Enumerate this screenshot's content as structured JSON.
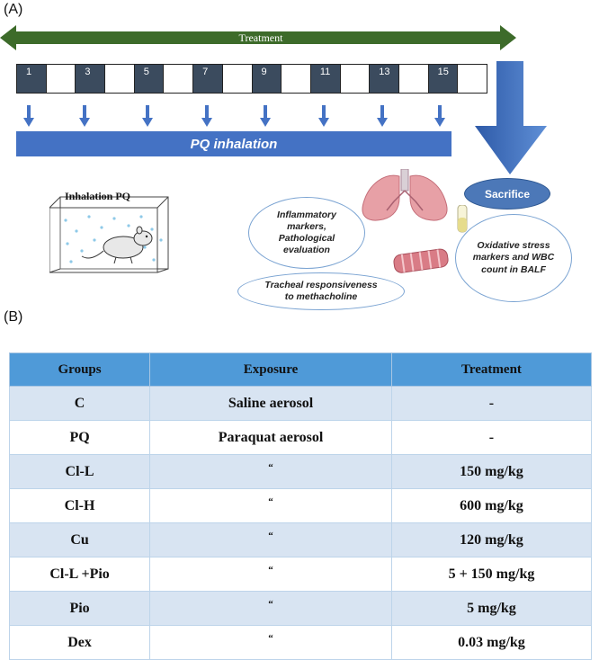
{
  "panel_a": {
    "label": "(A)",
    "timeline": {
      "arrow_label": "Treatment",
      "day_labels": [
        "1",
        "3",
        "5",
        "7",
        "9",
        "11",
        "13",
        "15"
      ],
      "inhalation_bar_label": "PQ inhalation",
      "end_label": "Sacrifice"
    },
    "chamber_label": "Inhalation PQ",
    "outcomes": {
      "inflammatory": "Inflammatory markers, Pathological evaluation",
      "tracheal": "Tracheal responsiveness to methacholine",
      "oxidative": "Oxidative stress markers and WBC count in BALF"
    },
    "colors": {
      "arrow_green": "#3d6b2a",
      "cell_dark": "#3b4b5e",
      "bar_blue": "#4472c4",
      "header_blue": "#4f9ad8",
      "row_blue": "#d8e4f2"
    }
  },
  "panel_b": {
    "label": "(B)",
    "headers": [
      "Groups",
      "Exposure",
      "Treatment"
    ],
    "rows": [
      {
        "group": "C",
        "exposure": "Saline aerosol",
        "treatment": "-"
      },
      {
        "group": "PQ",
        "exposure": "Paraquat aerosol",
        "treatment": "-"
      },
      {
        "group": "Cl-L",
        "exposure": "“",
        "treatment": "150 mg/kg"
      },
      {
        "group": "Cl-H",
        "exposure": "“",
        "treatment": "600 mg/kg"
      },
      {
        "group": "Cu",
        "exposure": "“",
        "treatment": "120 mg/kg"
      },
      {
        "group": "Cl-L +Pio",
        "exposure": "“",
        "treatment": "5 + 150 mg/kg"
      },
      {
        "group": "Pio",
        "exposure": "“",
        "treatment": "5 mg/kg"
      },
      {
        "group": "Dex",
        "exposure": "“",
        "treatment": "0.03 mg/kg"
      }
    ]
  }
}
